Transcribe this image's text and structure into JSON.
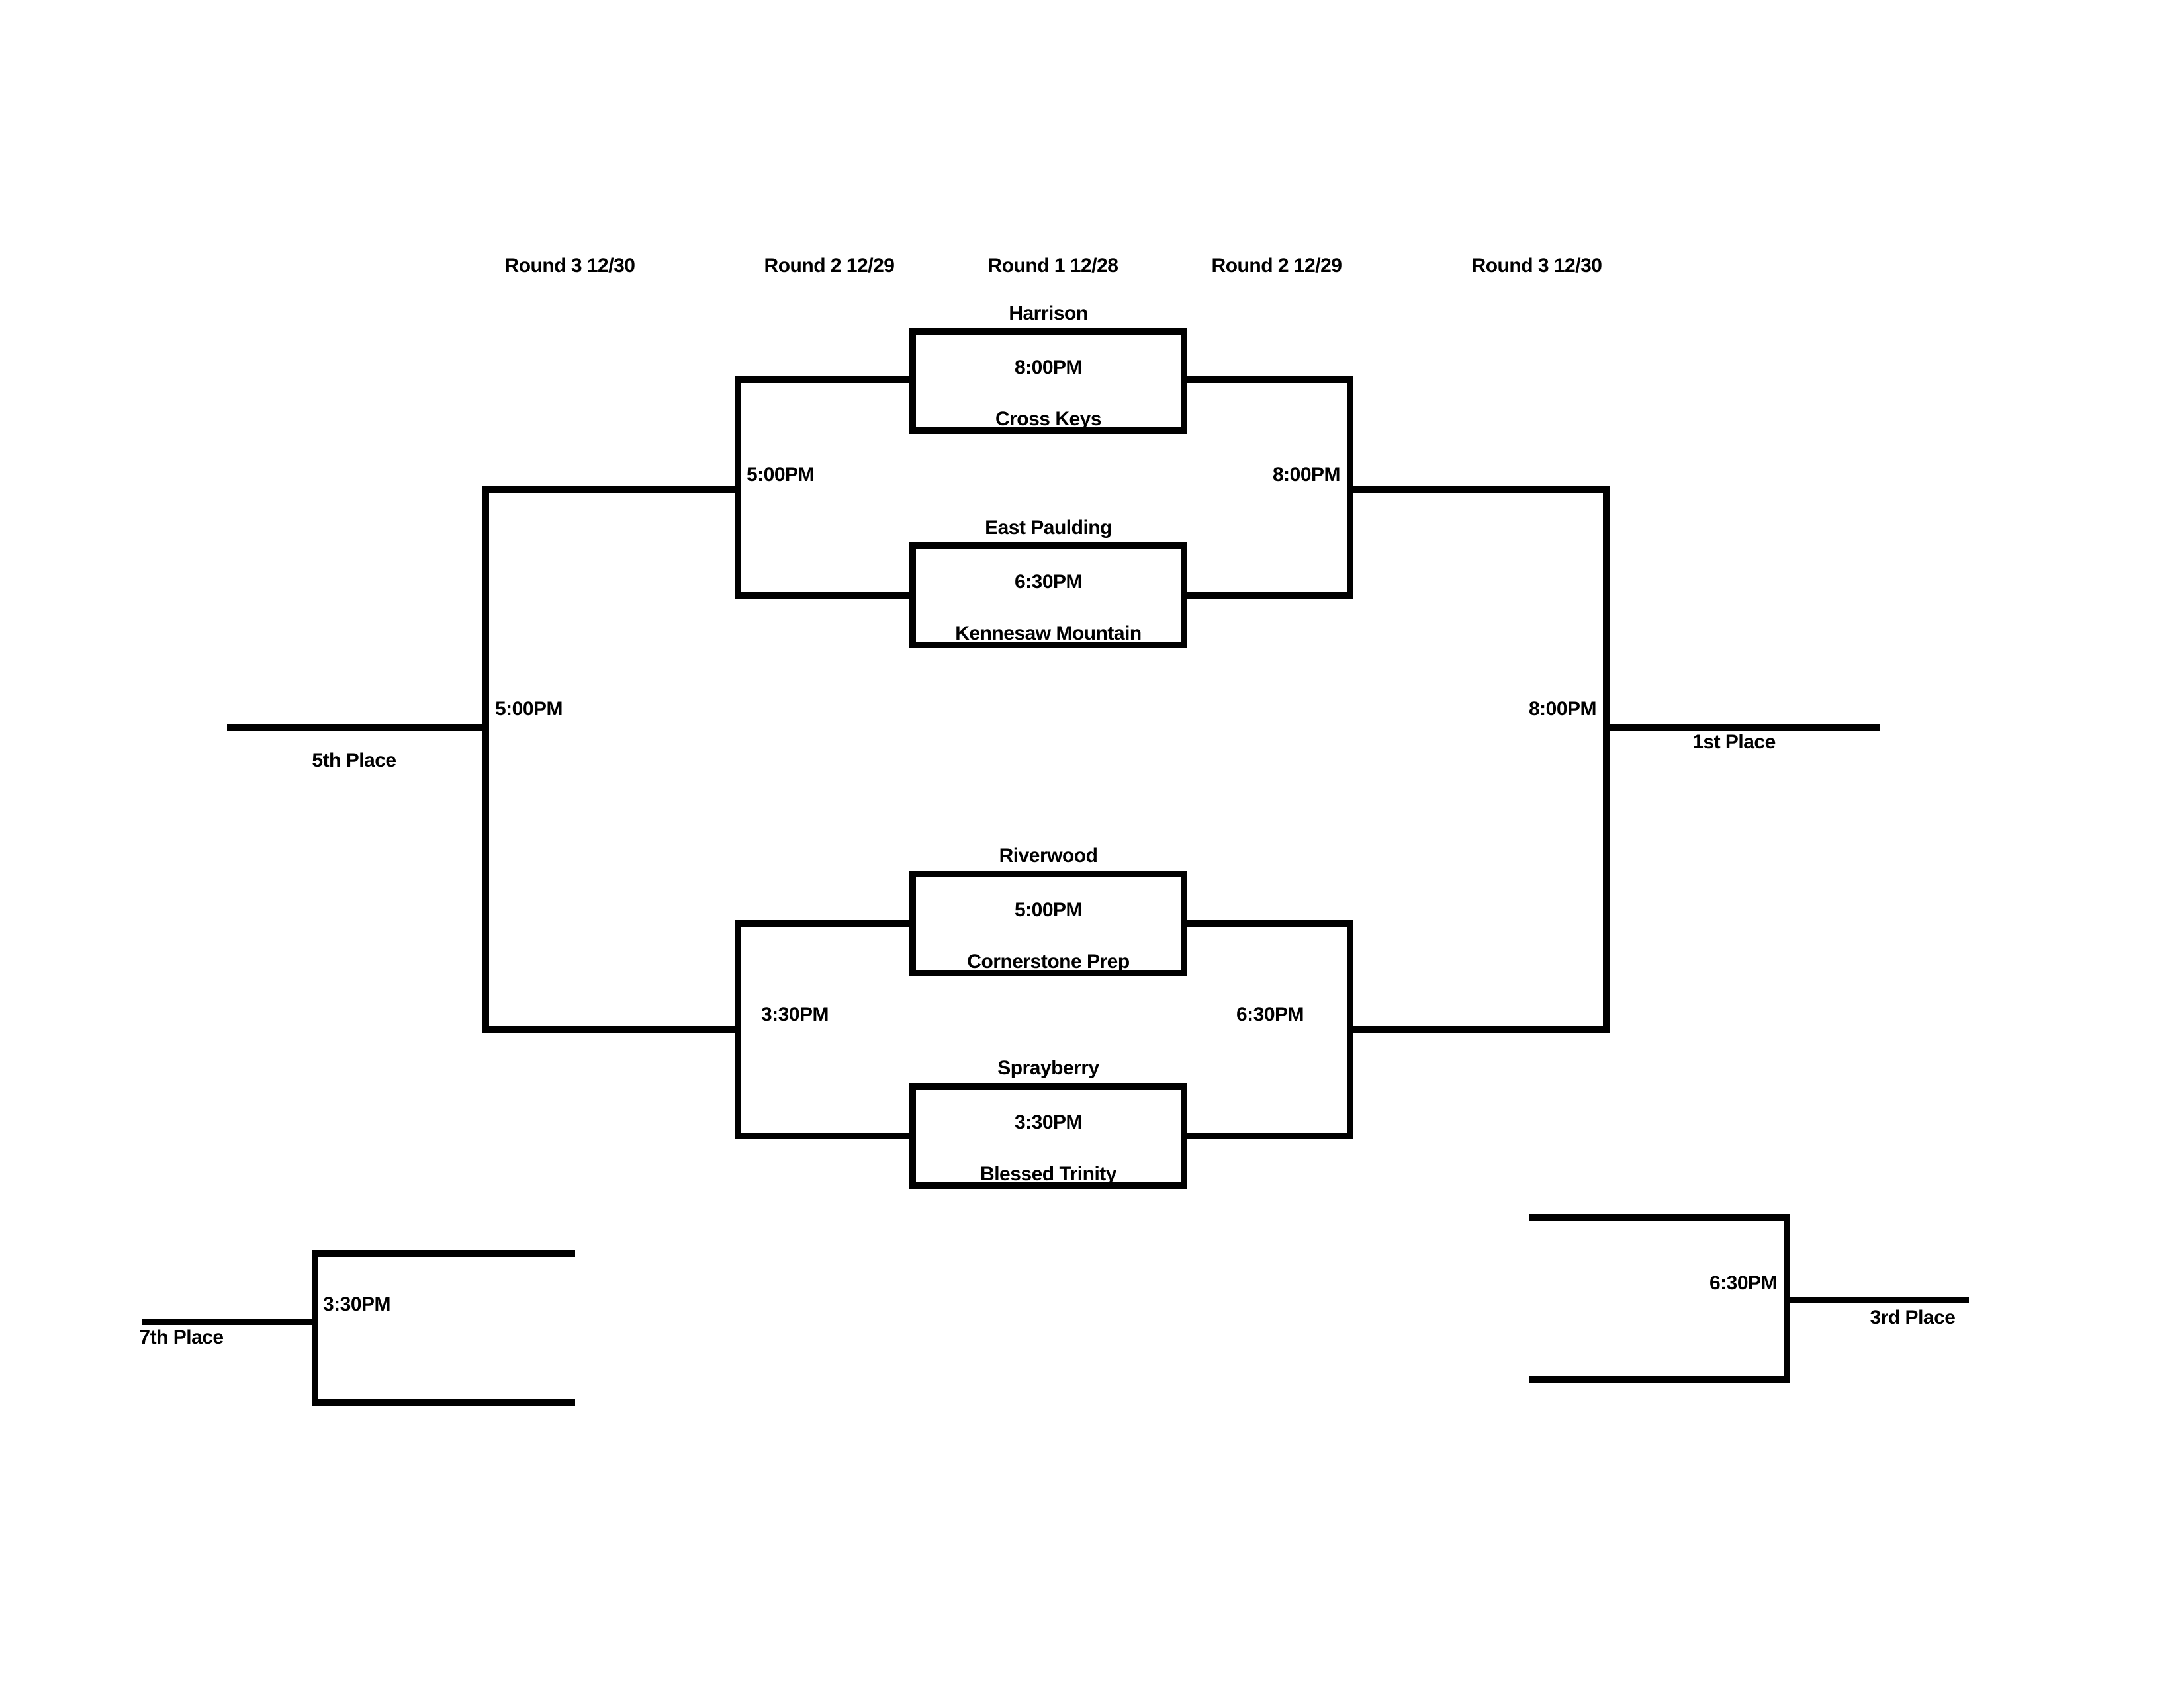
{
  "page": {
    "background_color": "#ffffff",
    "line_color": "#000000"
  },
  "round_headers": [
    "Round 3 12/30",
    "Round 2 12/29",
    "Round 1 12/28",
    "Round 2 12/29",
    "Round 3 12/30"
  ],
  "games": [
    {
      "top_team": "Harrison",
      "time": "8:00PM",
      "bottom_team": "Cross Keys"
    },
    {
      "top_team": "East Paulding",
      "time": "6:30PM",
      "bottom_team": "Kennesaw Mountain"
    },
    {
      "top_team": "Riverwood",
      "time": "5:00PM",
      "bottom_team": "Cornerstone Prep"
    },
    {
      "top_team": "Sprayberry",
      "time": "3:30PM",
      "bottom_team": "Blessed Trinity"
    }
  ],
  "round2": {
    "upper_left_time": "5:00PM",
    "upper_right_time": "8:00PM",
    "lower_left_time": "3:30PM",
    "lower_right_time": "6:30PM"
  },
  "round3": {
    "fifth_place_time": "5:00PM",
    "championship_time": "8:00PM",
    "seventh_place_time": "3:30PM",
    "third_place_time": "6:30PM"
  },
  "placements": {
    "first": "1st Place",
    "third": "3rd Place",
    "fifth": "5th Place",
    "seventh": "7th Place"
  }
}
